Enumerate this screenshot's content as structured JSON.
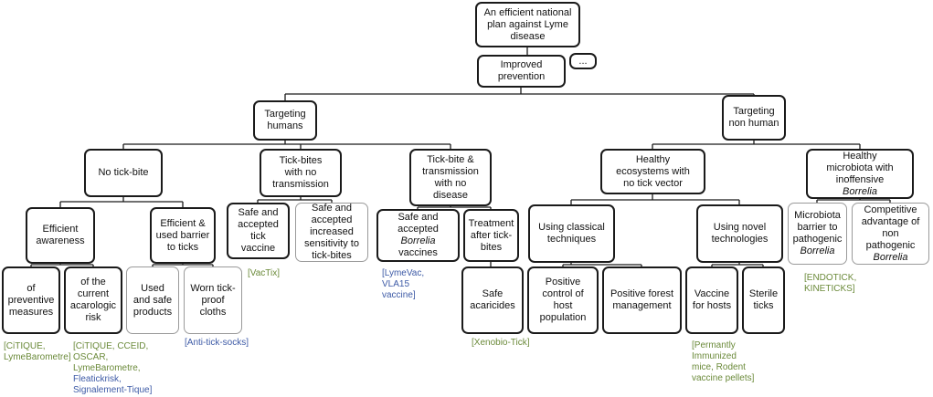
{
  "nodes": {
    "root": [
      "An efficient national",
      "plan against Lyme",
      "disease"
    ],
    "improved": [
      "Improved",
      "prevention"
    ],
    "more": "...",
    "humans": [
      "Targeting",
      "humans"
    ],
    "nonhuman": [
      "Targeting",
      "non human"
    ],
    "notick": [
      "No tick-bite"
    ],
    "notrans": [
      "Tick-bites",
      "with no",
      "transmission"
    ],
    "nodisease": [
      "Tick-bite &",
      "transmission",
      "with no",
      "disease"
    ],
    "ecosys": [
      "Healthy",
      "ecosystems with",
      "no tick vector"
    ],
    "microbiota": [
      "Healthy",
      "microbiota with",
      "inoffensive",
      "Borrelia"
    ],
    "awareness": [
      "Efficient",
      "awareness"
    ],
    "barrier": [
      "Efficient &",
      "used barrier",
      "to ticks"
    ],
    "tickvaccine": [
      "Safe and",
      "accepted tick",
      "vaccine"
    ],
    "sensitivity": [
      "Safe and",
      "accepted",
      "increased",
      "sensitivity to",
      "tick-bites"
    ],
    "borreliavac": [
      "Safe and",
      "accepted",
      "Borrelia vaccines"
    ],
    "treatment": [
      "Treatment",
      "after tick-",
      "bites"
    ],
    "classical": [
      "Using classical",
      "techniques"
    ],
    "novel": [
      "Using novel",
      "technologies"
    ],
    "mbarrier": [
      "Microbiota",
      "barrier to",
      "pathogenic",
      "Borrelia"
    ],
    "competitive": [
      "Competitive",
      "advantage of",
      "non",
      "pathogenic",
      "Borrelia"
    ],
    "preventive": [
      "of",
      "preventive",
      "measures"
    ],
    "acarologic": [
      "of the",
      "current",
      "acarologic",
      "risk"
    ],
    "products": [
      "Used",
      "and safe",
      "products"
    ],
    "cloths": [
      "Worn tick-",
      "proof",
      "cloths"
    ],
    "acaricides": [
      "Safe",
      "acaricides"
    ],
    "host": [
      "Positive",
      "control of",
      "host",
      "population"
    ],
    "forest": [
      "Positive forest",
      "management"
    ],
    "vaccinehosts": [
      "Vaccine",
      "for hosts"
    ],
    "sterile": [
      "Sterile",
      "ticks"
    ]
  },
  "projects": {
    "awareness_a": [
      "[CiTIQUE,",
      "LymeBarometre]"
    ],
    "awareness_b_green": [
      "[CiTIQUE, CCEID,",
      "OSCAR,",
      "LymeBarometre,"
    ],
    "awareness_b_blue": [
      "Fleatickrisk,",
      "Signalement-Tique]"
    ],
    "barrier": [
      "[Anti-tick-socks]"
    ],
    "vaccine": [
      "[VacTix]"
    ],
    "borrelia": [
      "[LymeVac,",
      "VLA15",
      "vaccine]"
    ],
    "acaricides": [
      "[Xenobio-Tick]"
    ],
    "hosts": [
      "[Permantly",
      "Immunized",
      "mice, Rodent",
      "vaccine pellets]"
    ],
    "microbiota": [
      "[ENDOTICK,",
      "KINETICKS]"
    ]
  },
  "colors": {
    "project_green": "#6b8a3a",
    "project_blue": "#3d5aa6"
  }
}
